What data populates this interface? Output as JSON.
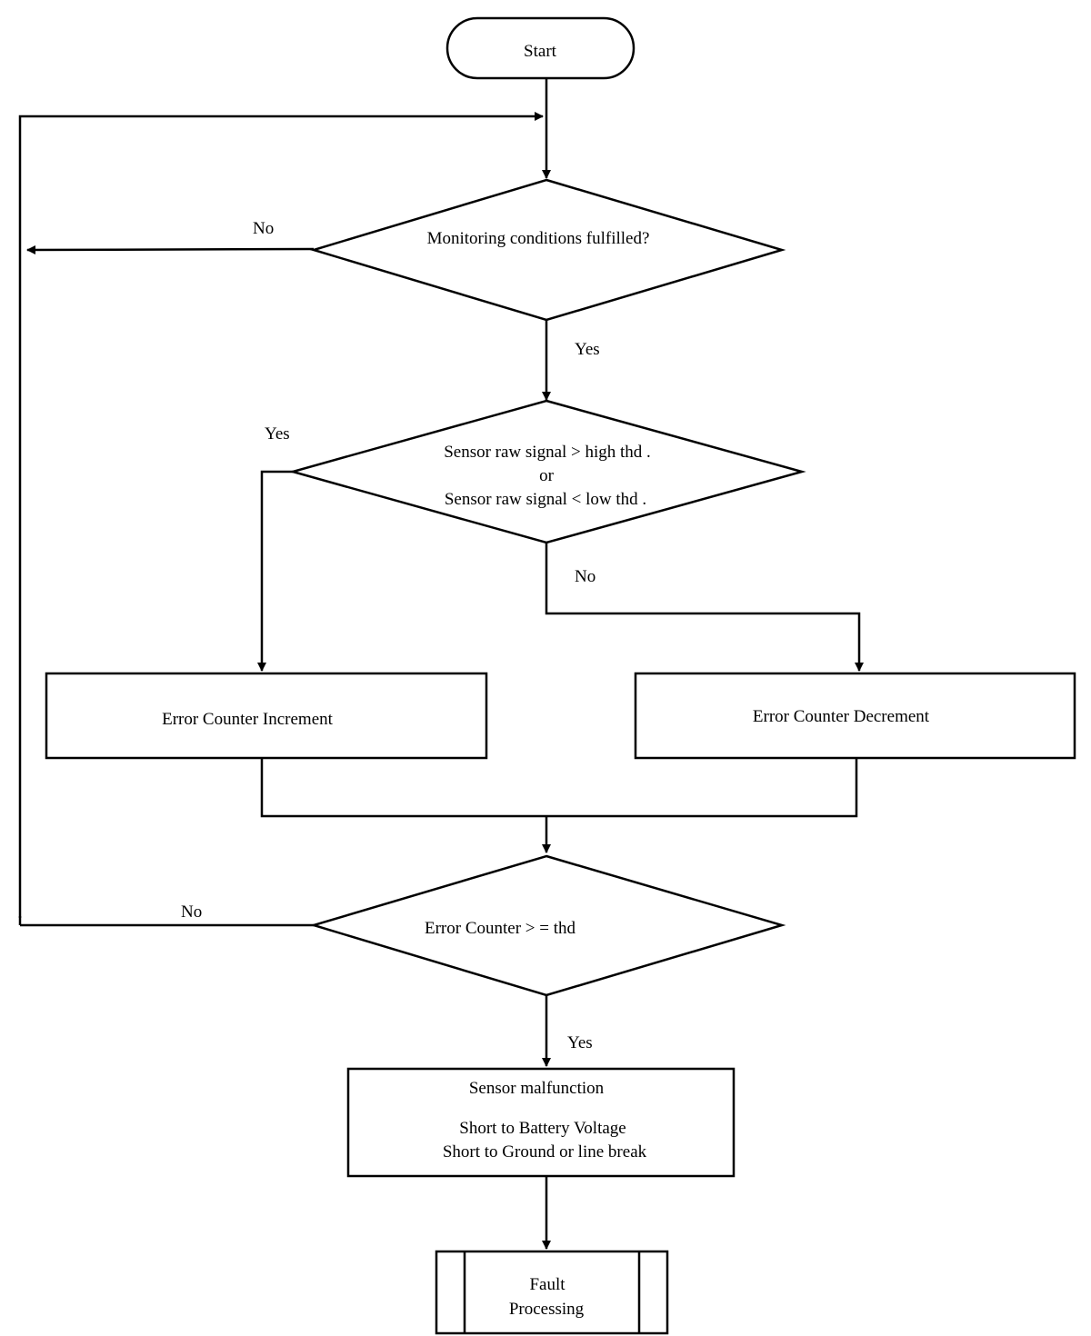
{
  "nodes": {
    "start": "Start",
    "monitoring": "Monitoring  conditions fulfilled?",
    "signal_line1": "Sensor raw signal > high thd    .",
    "signal_line2": "or",
    "signal_line3": "Sensor    raw signal < low thd  .",
    "increment": "Error Counter Increment",
    "decrement": "Error Counter Decrement",
    "counter_check": "Error Counter > = thd",
    "malfunction_title": "Sensor malfunction",
    "malfunction_line1": "Short to Battery Voltage",
    "malfunction_line2": "Short to Ground or  line break",
    "fault_line1": "Fault",
    "fault_line2": "Processing"
  },
  "edge_labels": {
    "monitoring_no": "No",
    "monitoring_yes": "Yes",
    "signal_yes": "Yes",
    "signal_no": "No",
    "counter_no": "No",
    "counter_yes": "Yes"
  }
}
